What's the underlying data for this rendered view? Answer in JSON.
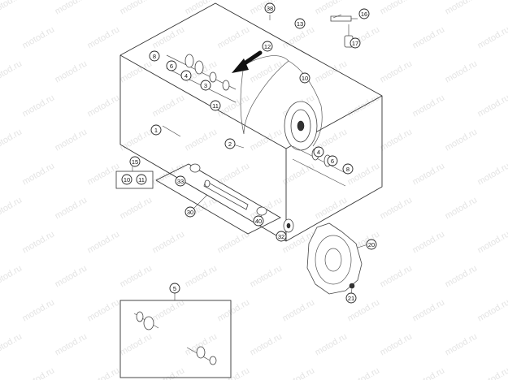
{
  "watermark": {
    "text": "motod.ru"
  },
  "callouts": {
    "c1": "1",
    "c2": "2",
    "c3": "3",
    "c4a": "4",
    "c4b": "4",
    "c5": "5",
    "c6a": "6",
    "c6b": "6",
    "c8a": "8",
    "c8b": "8",
    "c10a": "10",
    "c10b": "10",
    "c11a": "11",
    "c11b": "11",
    "c12": "12",
    "c13": "13",
    "c15": "15",
    "c16": "16",
    "c17": "17",
    "c20": "20",
    "c21": "21",
    "c30": "30",
    "c32": "32",
    "c33": "33",
    "c38": "38",
    "c40": "40"
  },
  "colors": {
    "line": "#333333",
    "watermark": "#e4e4e4",
    "badge_fill": "#ffffff"
  }
}
